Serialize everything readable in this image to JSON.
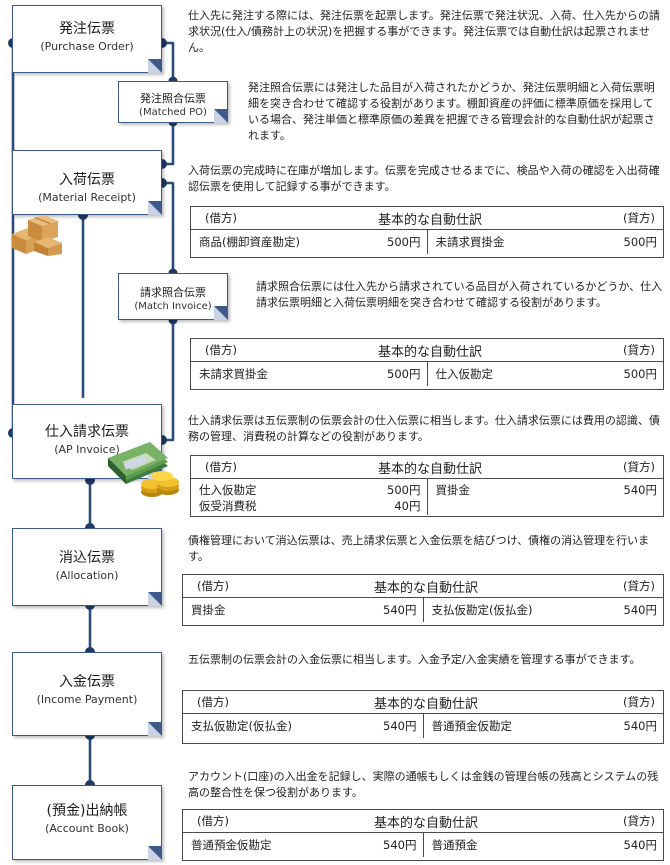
{
  "colors": {
    "line": "#2d4b7b",
    "dot": "#1f3a66",
    "box_border": "#3d5a8a"
  },
  "nodes": {
    "po": {
      "title": "発注伝票",
      "sub": "(Purchase Order)"
    },
    "matched_po": {
      "title": "発注照合伝票",
      "sub": "(Matched PO)"
    },
    "mr": {
      "title": "入荷伝票",
      "sub": "(Material Receipt)"
    },
    "match_inv": {
      "title": "請求照合伝票",
      "sub": "(Match Invoice)"
    },
    "ap": {
      "title": "仕入請求伝票",
      "sub": "(AP Invoice)"
    },
    "alloc": {
      "title": "消込伝票",
      "sub": "(Allocation)"
    },
    "income": {
      "title": "入金伝票",
      "sub": "(Income Payment)"
    },
    "book": {
      "title": "(預金)出納帳",
      "sub": "(Account Book)"
    }
  },
  "descriptions": {
    "po": "仕入先に発注する際には、発注伝票を起票します。発注伝票で発注状況、入荷、仕入先からの請求状況(仕入/債務計上の状況)を把握する事ができます。発注伝票では自動仕訳は起票されません。",
    "matched_po": "発注照合伝票には発注した品目が入荷されたかどうか、発注伝票明細と入荷伝票明細を突き合わせて確認する役割があります。棚卸資産の評価に標準原価を採用している場合、発注単価と標準原価の差異を把握できる管理会計的な自動仕訳が起票されます。",
    "mr": "入荷伝票の完成時に在庫が増加します。伝票を完成させるまでに、検品や入荷の確認を入出荷確認伝票を使用して記録する事ができます。",
    "match_inv": "請求照合伝票には仕入先から請求されている品目が入荷されているかどうか、仕入請求伝票明細と入荷伝票明細を突き合わせて確認する役割があります。",
    "ap": "仕入請求伝票は五伝票制の伝票会計の仕入伝票に相当します。仕入請求伝票には費用の認識、債務の管理、消費税の計算などの役割があります。",
    "alloc": "債権管理において消込伝票は、売上請求伝票と入金伝票を結びつけ、債権の消込管理を行います。",
    "income": "五伝票制の伝票会計の入金伝票に相当します。入金予定/入金実績を管理する事ができます。",
    "book": "アカウント(口座)の入出金を記録し、実際の通帳もしくは金銭の管理台帳の残高とシステムの残高の整合性を保つ役割があります。"
  },
  "journal_header": {
    "debit": "(借方)",
    "title": "基本的な自動仕訳",
    "credit": "(貸方)"
  },
  "journals": {
    "mr": {
      "debit": [
        {
          "account": "商品(棚卸資産勘定)",
          "amount": "500円"
        }
      ],
      "credit": [
        {
          "account": "未請求買掛金",
          "amount": "500円"
        }
      ]
    },
    "match_inv": {
      "debit": [
        {
          "account": "未請求買掛金",
          "amount": "500円"
        }
      ],
      "credit": [
        {
          "account": "仕入仮勘定",
          "amount": "500円"
        }
      ]
    },
    "ap": {
      "debit": [
        {
          "account": "仕入仮勘定",
          "amount": "500円"
        },
        {
          "account": "仮受消費税",
          "amount": "40円"
        }
      ],
      "credit": [
        {
          "account": "買掛金",
          "amount": "540円"
        }
      ]
    },
    "alloc": {
      "debit": [
        {
          "account": "買掛金",
          "amount": "540円"
        }
      ],
      "credit": [
        {
          "account": "支払仮勘定(仮払金)",
          "amount": "540円"
        }
      ]
    },
    "income": {
      "debit": [
        {
          "account": "支払仮勘定(仮払金)",
          "amount": "540円"
        }
      ],
      "credit": [
        {
          "account": "普通預金仮勘定",
          "amount": "540円"
        }
      ]
    },
    "book": {
      "debit": [
        {
          "account": "普通預金仮勘定",
          "amount": "540円"
        }
      ],
      "credit": [
        {
          "account": "普通預金",
          "amount": "540円"
        }
      ]
    }
  },
  "icons": {
    "boxes": "cardboard-boxes-icon",
    "money": "money-bills-coins-icon"
  }
}
